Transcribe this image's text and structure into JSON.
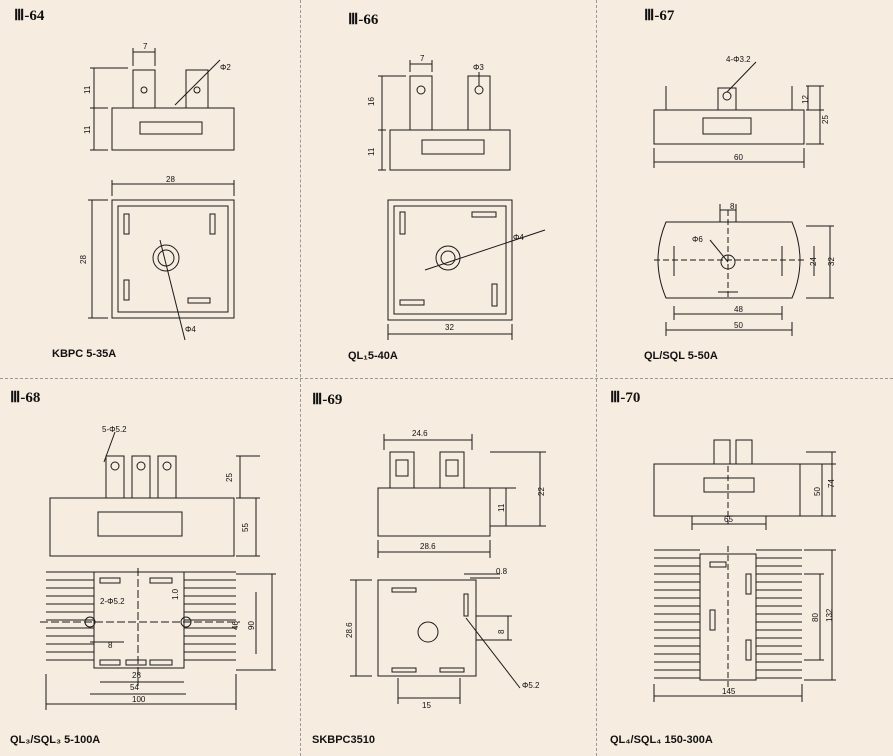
{
  "colors": {
    "background": "#f7ece0",
    "line": "#1a1a1a"
  },
  "figures": [
    {
      "id": "Ⅲ-64",
      "model": "KBPC 5-35A",
      "dims": {
        "a": "7",
        "b": "11",
        "c": "11",
        "d": "Φ2",
        "e": "28",
        "f": "28",
        "g": "Φ4"
      }
    },
    {
      "id": "Ⅲ-66",
      "model": "QL₁5-40A",
      "dims": {
        "a": "7",
        "b": "Φ3",
        "c": "16",
        "d": "11",
        "e": "Φ4",
        "f": "32"
      }
    },
    {
      "id": "Ⅲ-67",
      "model": "QL/SQL 5-50A",
      "dims": {
        "a": "4-Φ3.2",
        "b": "12",
        "c": "25",
        "d": "60",
        "e": "8",
        "f": "Φ6",
        "g": "24",
        "h": "32",
        "i": "48",
        "j": "50"
      }
    },
    {
      "id": "Ⅲ-68",
      "model": "QL₃/SQL₃ 5-100A",
      "dims": {
        "a": "5-Φ5.2",
        "b": "25",
        "c": "55",
        "d": "2-Φ5.2",
        "e": "1.0",
        "f": "46",
        "g": "90",
        "h": "8",
        "i": "28",
        "j": "54",
        "k": "100"
      }
    },
    {
      "id": "Ⅲ-69",
      "model": "SKBPC3510",
      "dims": {
        "a": "24.6",
        "b": "22",
        "c": "11",
        "d": "28.6",
        "e": "0.8",
        "f": "28.6",
        "g": "8",
        "h": "Φ5.2",
        "i": "15"
      }
    },
    {
      "id": "Ⅲ-70",
      "model": "QL₄/SQL₄ 150-300A",
      "dims": {
        "a": "50",
        "b": "74",
        "c": "65",
        "d": "80",
        "e": "132",
        "f": "145"
      }
    }
  ]
}
